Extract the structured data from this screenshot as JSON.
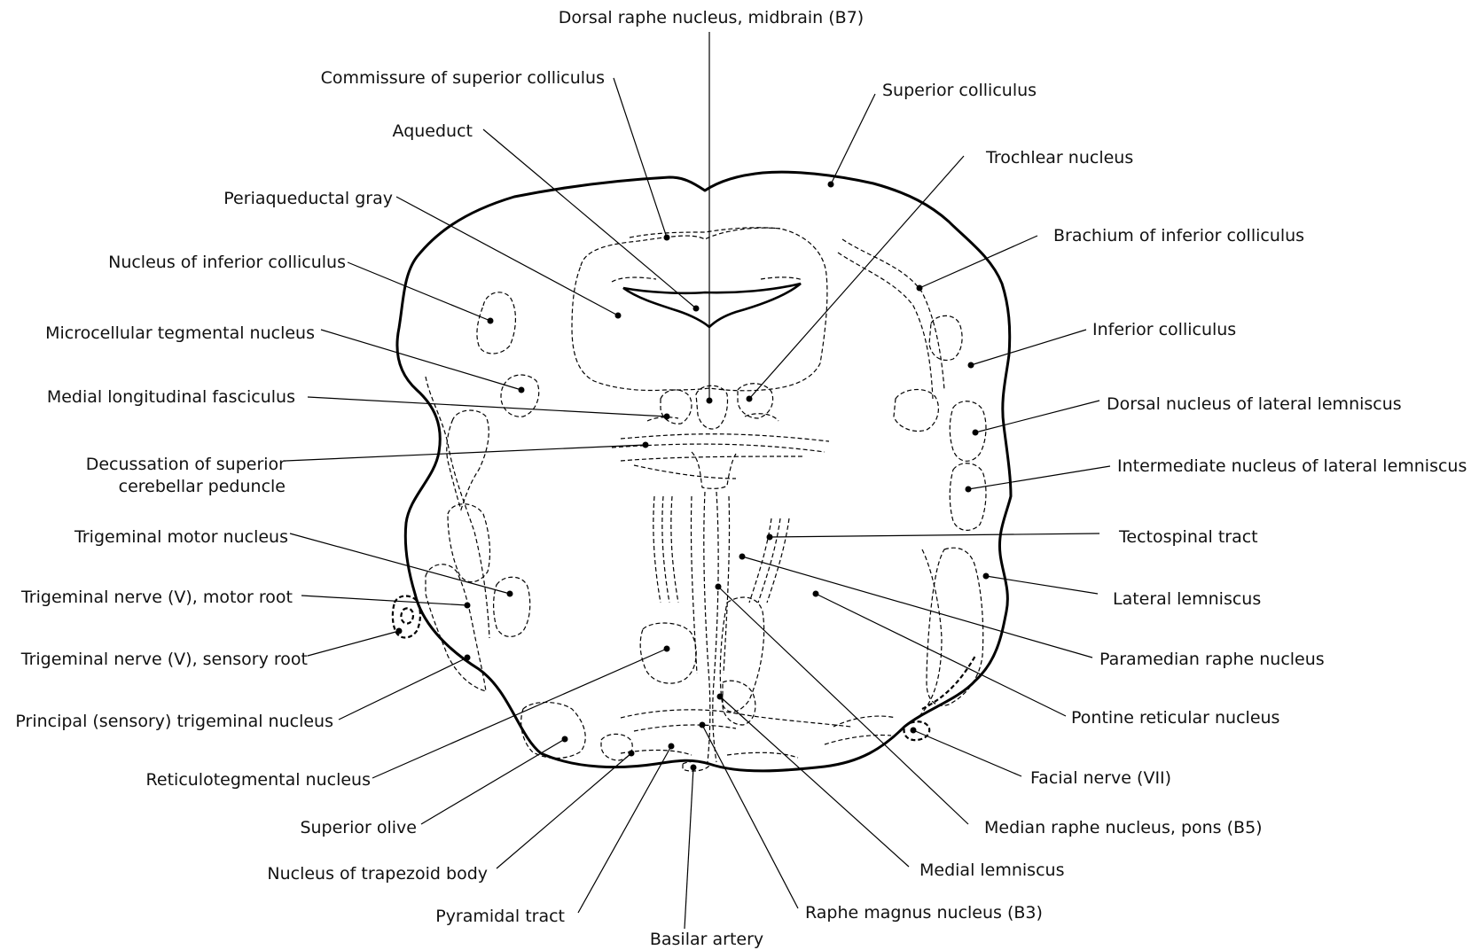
{
  "labels": {
    "dorsal_raphe_midbrain": "Dorsal raphe nucleus, midbrain (B7)",
    "commissure_superior_colliculus": "Commissure of superior colliculus",
    "superior_colliculus": "Superior colliculus",
    "aqueduct": "Aqueduct",
    "trochlear_nucleus": "Trochlear nucleus",
    "periaqueductal_gray": "Periaqueductal gray",
    "brachium_inferior_colliculus": "Brachium of inferior colliculus",
    "nucleus_inferior_colliculus": "Nucleus of inferior colliculus",
    "inferior_colliculus": "Inferior colliculus",
    "microcellular_tegmental": "Microcellular tegmental nucleus",
    "dorsal_nucleus_lateral_lemniscus": "Dorsal nucleus of lateral lemniscus",
    "medial_longitudinal_fasciculus": "Medial longitudinal fasciculus",
    "decussation_line1": "Decussation of superior",
    "decussation_line2": "cerebellar peduncle",
    "intermediate_nucleus_lateral_lemniscus": "Intermediate nucleus of lateral lemniscus",
    "tectospinal_tract": "Tectospinal tract",
    "trigeminal_motor_nucleus": "Trigeminal motor nucleus",
    "trigeminal_motor_root": "Trigeminal nerve (V), motor root",
    "lateral_lemniscus": "Lateral lemniscus",
    "trigeminal_sensory_root": "Trigeminal nerve (V), sensory root",
    "paramedian_raphe": "Paramedian raphe nucleus",
    "principal_trigeminal": "Principal (sensory) trigeminal nucleus",
    "pontine_reticular": "Pontine reticular nucleus",
    "reticulotegmental": "Reticulotegmental nucleus",
    "facial_nerve": "Facial nerve (VII)",
    "superior_olive": "Superior olive",
    "median_raphe_pons": "Median raphe nucleus, pons (B5)",
    "nucleus_trapezoid_body": "Nucleus of trapezoid body",
    "medial_lemniscus": "Medial lemniscus",
    "pyramidal_tract": "Pyramidal tract",
    "raphe_magnus": "Raphe magnus nucleus (B3)",
    "basilar_artery": "Basilar artery"
  }
}
